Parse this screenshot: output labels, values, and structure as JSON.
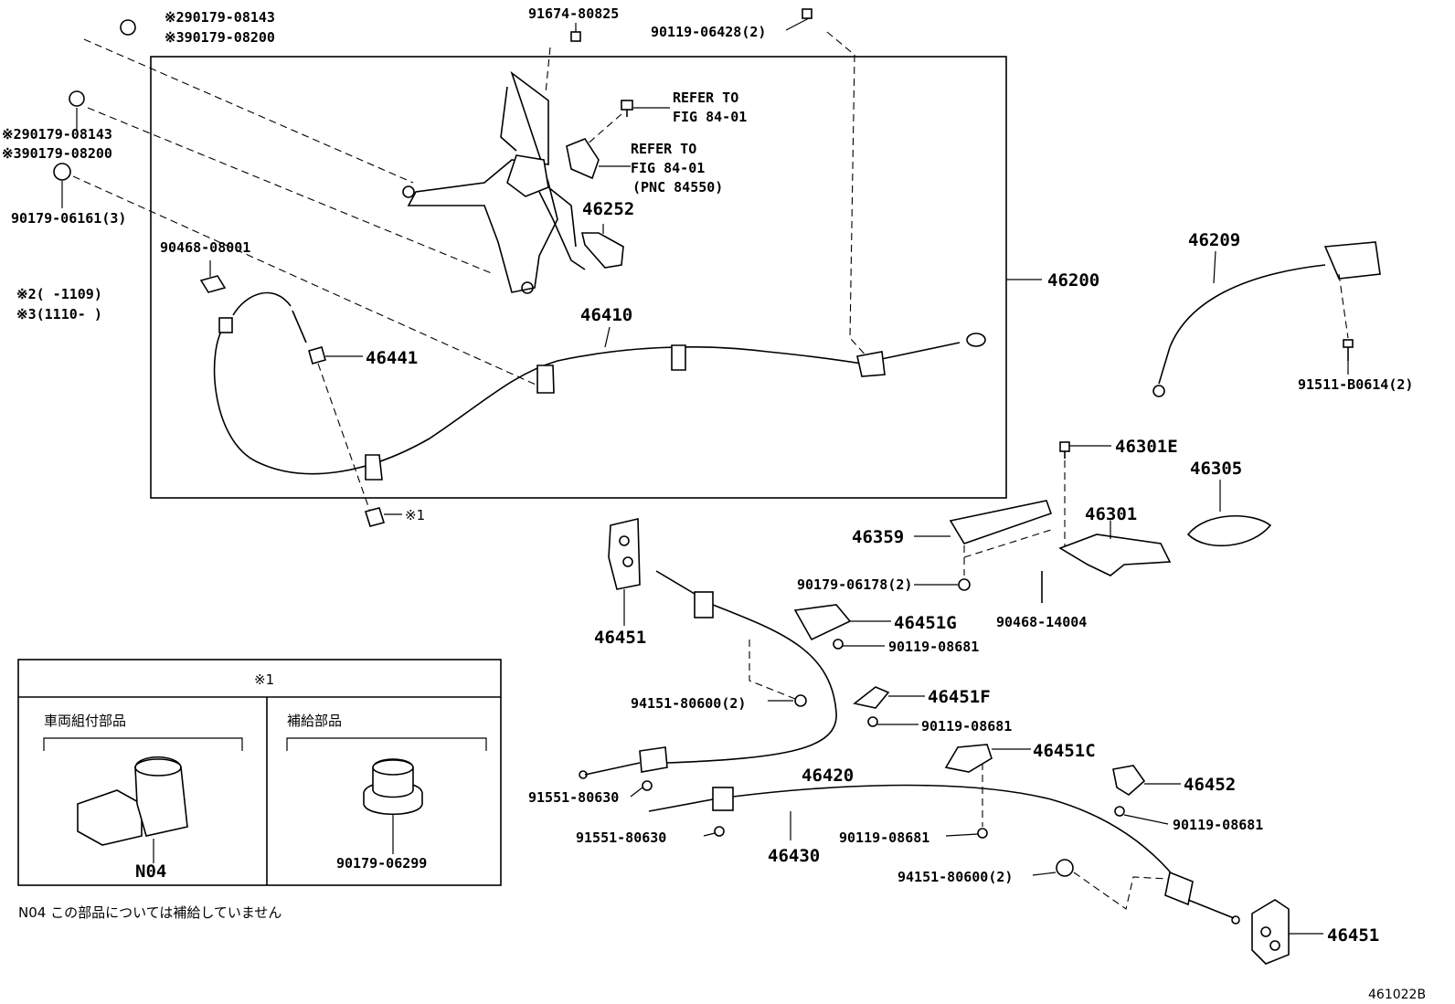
{
  "labels": {
    "l_290179_top": "※290179-08143",
    "l_390179_top": "※390179-08200",
    "l_91674": "91674-80825",
    "l_90119_06428": "90119-06428(2)",
    "l_refer1a": "REFER TO",
    "l_refer1b": "FIG 84-01",
    "l_refer2a": "REFER TO",
    "l_refer2b": "FIG 84-01",
    "l_refer2c": "(PNC 84550)",
    "l_290179_left": "※290179-08143",
    "l_390179_left": "※390179-08200",
    "l_90179_06161": "90179-06161(3)",
    "l_46252": "46252",
    "l_90468_08001": "90468-08001",
    "l_note2": "※2(    -1109)",
    "l_note3": "※3(1110-    )",
    "l_46209": "46209",
    "l_46200": "46200",
    "l_46410": "46410",
    "l_46441": "46441",
    "l_91511": "91511-B0614(2)",
    "l_46301E": "46301E",
    "l_46305": "46305",
    "l_46301": "46301",
    "l_46359": "46359",
    "l_90179_06178": "90179-06178(2)",
    "l_star1": "※1",
    "l_90468_14004": "90468-14004",
    "l_46451_top": "46451",
    "l_46451G": "46451G",
    "l_90119_08681_a": "90119-08681",
    "l_94151_a": "94151-80600(2)",
    "l_46451F": "46451F",
    "l_90119_08681_b": "90119-08681",
    "l_46451C": "46451C",
    "l_46420": "46420",
    "l_46452": "46452",
    "l_91551_a": "91551-80630",
    "l_90119_08681_c": "90119-08681",
    "l_91551_b": "91551-80630",
    "l_90119_08681_d": "90119-08681",
    "l_46430": "46430",
    "l_94151_b": "94151-80600(2)",
    "l_46451_bot": "46451",
    "l_fig_id": "461022B"
  },
  "legend": {
    "header": "※1",
    "left_title": "車両組付部品",
    "right_title": "補給部品",
    "left_part": "N04",
    "right_part": "90179-06299",
    "footnote": "N04 この部品については補給していません"
  }
}
